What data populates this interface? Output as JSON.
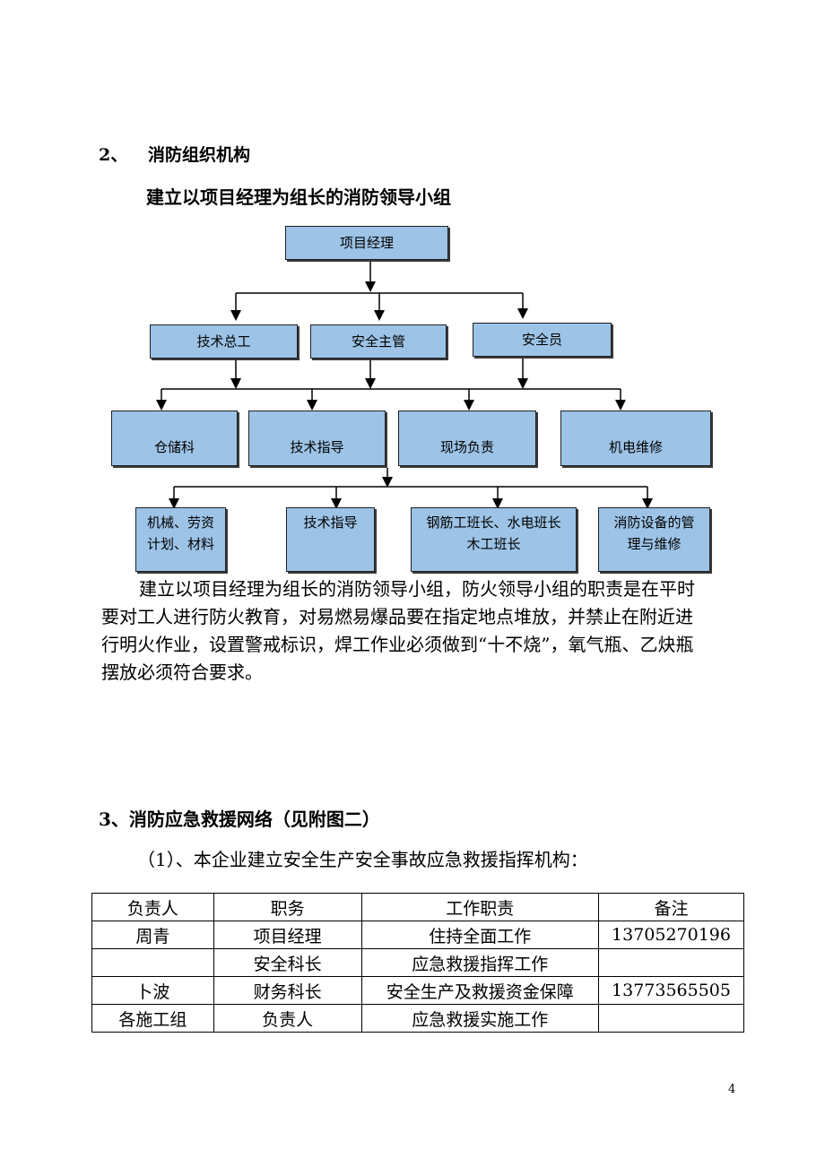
{
  "section2": {
    "number": "2、",
    "title": "消防组织机构",
    "subtitle": "建立以项目经理为组长的消防领导小组"
  },
  "org_chart": {
    "top": "项目经理",
    "level2": [
      "技术总工",
      "安全主管",
      "安全员"
    ],
    "level3": [
      "仓储科",
      "技术指导",
      "现场负责",
      "机电维修"
    ],
    "level4": [
      [
        "机械、劳资",
        "计划、材料"
      ],
      [
        "技术指导"
      ],
      [
        "钢筋工班长、水电班长",
        "木工班长"
      ],
      [
        "消防设备的管",
        "理与维修"
      ]
    ],
    "box_color": "#9dc3e6"
  },
  "paragraph": {
    "lines": [
      "建立以项目经理为组长的消防领导小组，防火领导小组的职责是在平时",
      "要对工人进行防火教育，对易燃易爆品要在指定地点堆放，并禁止在附近进",
      "行明火作业，设置警戒标识，焊工作业必须做到“十不烧”，氧气瓶、乙炔瓶",
      "摆放必须符合要求。"
    ]
  },
  "section3": {
    "title": "3、消防应急救援网络（见附图二）",
    "intro": "（1）、本企业建立安全生产安全事故应急救援指挥机构："
  },
  "table": {
    "headers": [
      "负责人",
      "职务",
      "工作职责",
      "备注"
    ],
    "rows": [
      [
        "周青",
        "项目经理",
        "住持全面工作",
        "13705270196"
      ],
      [
        "",
        "安全科长",
        "应急救援指挥工作",
        ""
      ],
      [
        "卜波",
        "财务科长",
        "安全生产及救援资金保障",
        "13773565505"
      ],
      [
        "各施工组",
        "负责人",
        "应急救援实施工作",
        ""
      ]
    ]
  },
  "page_number": "4"
}
